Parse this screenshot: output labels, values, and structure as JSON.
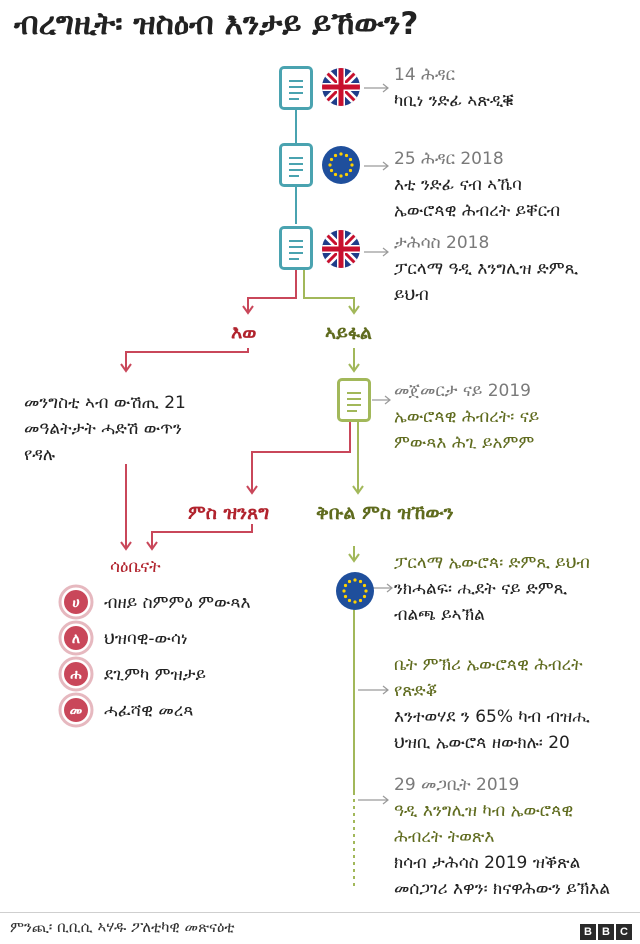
{
  "title": "ብረግዚት፡ ዝስዕብ እንታይ ይኸውን?",
  "timeline": {
    "e1": {
      "date": "14 ሕዳር",
      "text1": "ካቢነ ንድፊ ኣጽዲቑ"
    },
    "e2": {
      "date": "25 ሕዳር 2018",
      "text1": "እቲ ንድፊ ናብ ኣኼባ",
      "text2": "ኤውሮጳዊ ሕብረት ይቐርብ"
    },
    "e3": {
      "date": "ታሕሳስ 2018",
      "text1": "ፓርላማ ዓዲ እንግሊዝ ድምጺ",
      "text2": "ይህብ"
    }
  },
  "branch": {
    "yes": "እወ",
    "no": "ኣይፋል"
  },
  "left_note": {
    "l1": "መንግስቲ ኣብ ውሽጢ 21",
    "l2": "መዓልትታት ሓድሽ ውጥን",
    "l3": "የዳሉ"
  },
  "jan": {
    "date": "መጀመርታ ናይ 2019",
    "l1": "ኤውሮጳዊ ሕብረት፡ ናይ",
    "l2": "ምውጻእ ሕጊ ይአምም"
  },
  "branch2": {
    "left": "ምስ ዝንጸግ",
    "right": "ቅቡል ምስ ዝኸውን"
  },
  "options": {
    "title": "ሳዕቤናት",
    "items": [
      {
        "icon": "ሀ",
        "label": "ብዘይ ስምምዕ ምውጻእ"
      },
      {
        "icon": "ለ",
        "label": "ህዝባዊ-ውሳነ"
      },
      {
        "icon": "ሐ",
        "label": "ደጊምካ ምዝታይ"
      },
      {
        "icon": "መ",
        "label": "ሓፈሻዊ መረጻ"
      }
    ]
  },
  "right": {
    "s1": {
      "l1": "ፓርላማ ኤውሮጳ፡ ድምጺ ይህብ",
      "l2": "ንክሓልፍ፡ ሒደት ናይ ድምጺ",
      "l3": "ብልጫ ይኣኽል"
    },
    "s2": {
      "l1": "ቤት ምኽሪ ኤውሮጳዊ ሕብረት",
      "l2": "የጽድቖ",
      "l3": "እንተወሃደ ን 65% ካብ ብዝሒ",
      "l4": "ህዝቢ ኤውሮጳ ዘውክሉ፡ 20"
    },
    "s3": {
      "date": "29 መጋቢት 2019",
      "l1": "ዓዲ እንግሊዝ ካብ ኤውሮጳዊ",
      "l2": "ሕብረት ትወጽእ",
      "l3": "ክሳብ ታሕሳስ 2019 ዝቕጽል",
      "l4": "መሰጋገሪ እዋን፡ ክናዋሕውን ይኽእል"
    }
  },
  "source": "ምንጪ፡ ቢቢሲ ኣሃዱ ፖለቲካዊ መጽናዕቲ",
  "brand": [
    "B",
    "B",
    "C"
  ],
  "colors": {
    "teal": "#4aa3b0",
    "green": "#a2b85a",
    "red": "#c9475a",
    "olive": "#5f6b1e",
    "uk_blue": "#1f3d8a",
    "eu_blue": "#1f4f9c"
  }
}
